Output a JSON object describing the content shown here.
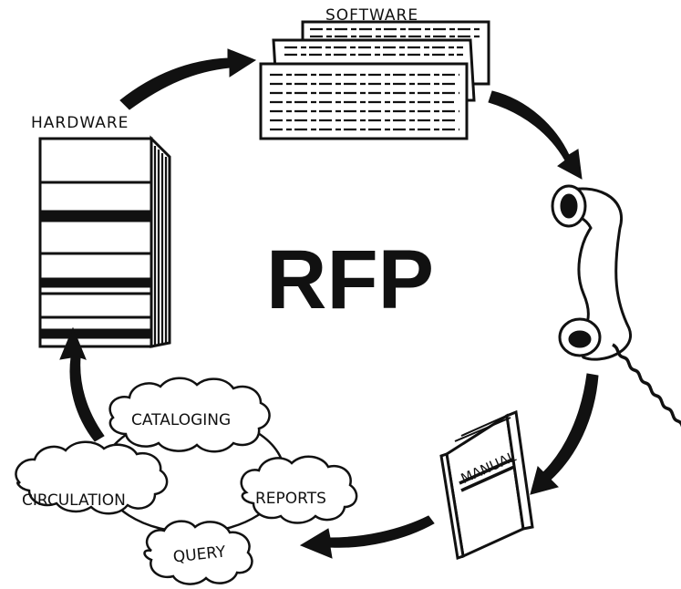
{
  "center_title": "RFP",
  "labels": {
    "software": "SOFTWARE",
    "hardware": "HARDWARE",
    "manual": "MANUAL"
  },
  "modules": {
    "cataloging": "CATALOGING",
    "circulation": "CIRCULATION",
    "reports": "REPORTS",
    "query": "QUERY"
  }
}
